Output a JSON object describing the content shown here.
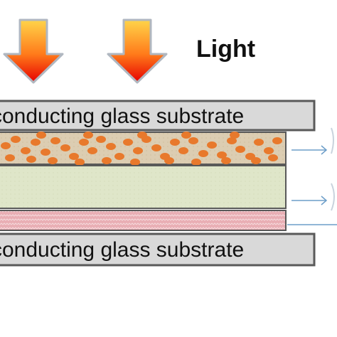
{
  "light": {
    "label": "Light"
  },
  "top_glass": {
    "label": "conducting glass substrate"
  },
  "bottom_glass": {
    "label": "conducting glass substrate"
  },
  "colors": {
    "glass_fill": "#d9d9d9",
    "glass_stroke": "#595959",
    "particle_layer_fill": "#dccdb2",
    "particle_fill": "#e8792c",
    "electrolyte_fill": "#dfe6c9",
    "counter_layer_fill": "#e9aeb4",
    "arrow_outline": "#b0b7c0",
    "light_arrow_top": "#ffd54a",
    "light_arrow_mid": "#ff7a1a",
    "light_arrow_bottom": "#e60000",
    "side_arrow": "#6d9ec9"
  }
}
